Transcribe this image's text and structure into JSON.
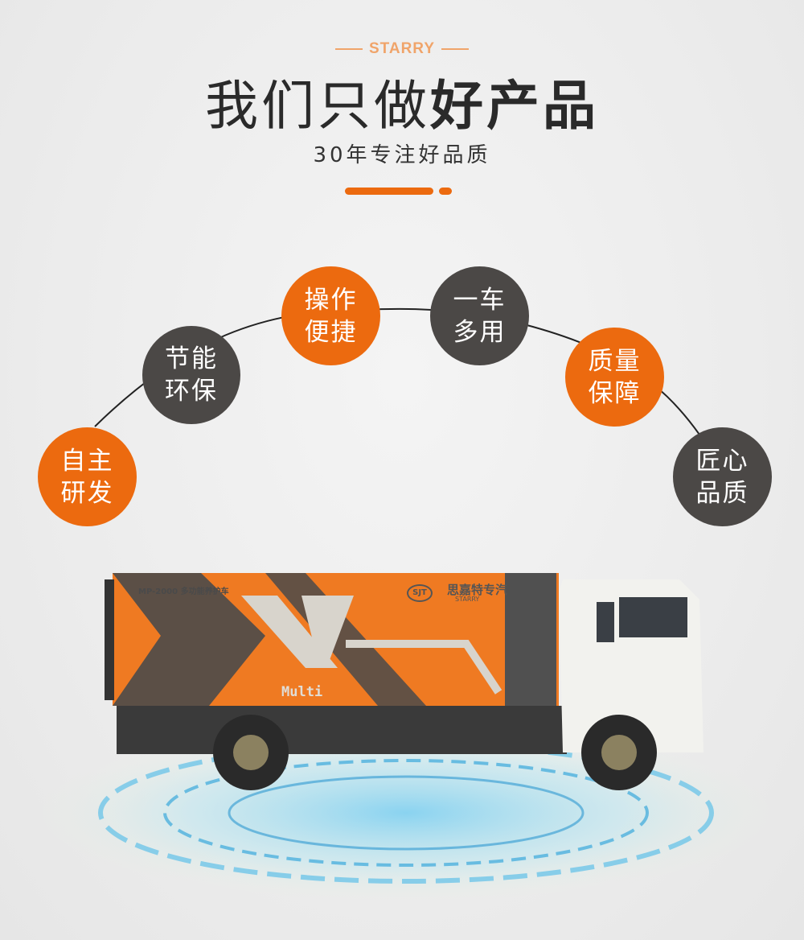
{
  "header": {
    "brand": "STARRY",
    "title_normal": "我们只做",
    "title_bold": "好产品",
    "subtitle": "30年专注好品质"
  },
  "features": [
    {
      "line1": "自主",
      "line2": "研发",
      "color": "#ec6a0f"
    },
    {
      "line1": "节能",
      "line2": "环保",
      "color": "#4b4846"
    },
    {
      "line1": "操作",
      "line2": "便捷",
      "color": "#ec6a0f"
    },
    {
      "line1": "一车",
      "line2": "多用",
      "color": "#4b4846"
    },
    {
      "line1": "质量",
      "line2": "保障",
      "color": "#ec6a0f"
    },
    {
      "line1": "匠心",
      "line2": "品质",
      "color": "#4b4846"
    }
  ],
  "truck": {
    "model_label": "MP-2000 多功能养护车",
    "logo": "SJT",
    "maker": "思嘉特专汽",
    "maker_en": "STARRY",
    "side_text": "Multi"
  },
  "colors": {
    "accent": "#ec6a0f",
    "dark": "#4b4846"
  }
}
